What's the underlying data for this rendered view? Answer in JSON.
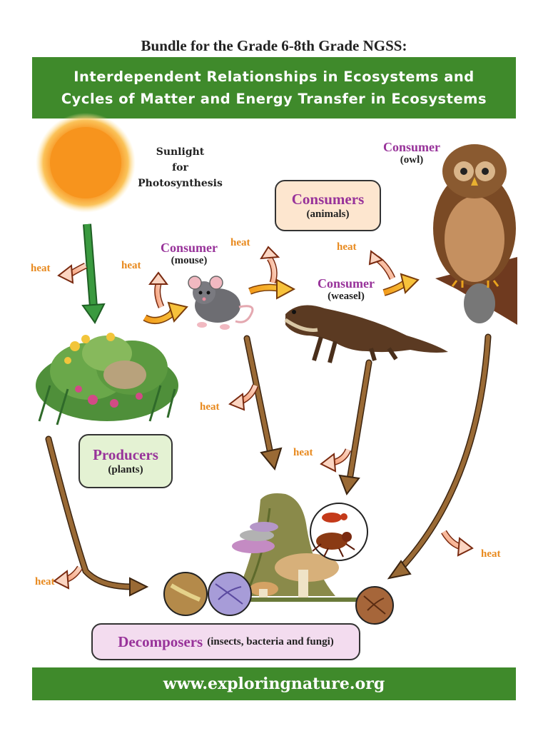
{
  "header": {
    "top_title": "Bundle for the Grade 6-8th Grade NGSS:",
    "banner_line1": "Interdependent Relationships in Ecosystems and",
    "banner_line2": "Cycles of Matter and Energy Transfer in Ecosystems"
  },
  "sun_label": {
    "line1": "Sunlight",
    "line2": "for",
    "line3": "Photosynthesis"
  },
  "consumers_box": {
    "title": "Consumers",
    "subtitle": "(animals)"
  },
  "mouse": {
    "title": "Consumer",
    "subtitle": "(mouse)"
  },
  "weasel": {
    "title": "Consumer",
    "subtitle": "(weasel)"
  },
  "owl": {
    "title": "Consumer",
    "subtitle": "(owl)"
  },
  "producers_box": {
    "title": "Producers",
    "subtitle": "(plants)"
  },
  "decomposers_box": {
    "title": "Decomposers",
    "subtitle": "(insects, bacteria and fungi)"
  },
  "heat_label": "heat",
  "footer": {
    "url": "www.exploringnature.org"
  },
  "colors": {
    "banner_green": "#3f8a2b",
    "consumer_purple": "#98339a",
    "heat_orange": "#e8891d",
    "flow_brown": "#9a6a35",
    "sun_arrow_green": "#2e7d32"
  }
}
